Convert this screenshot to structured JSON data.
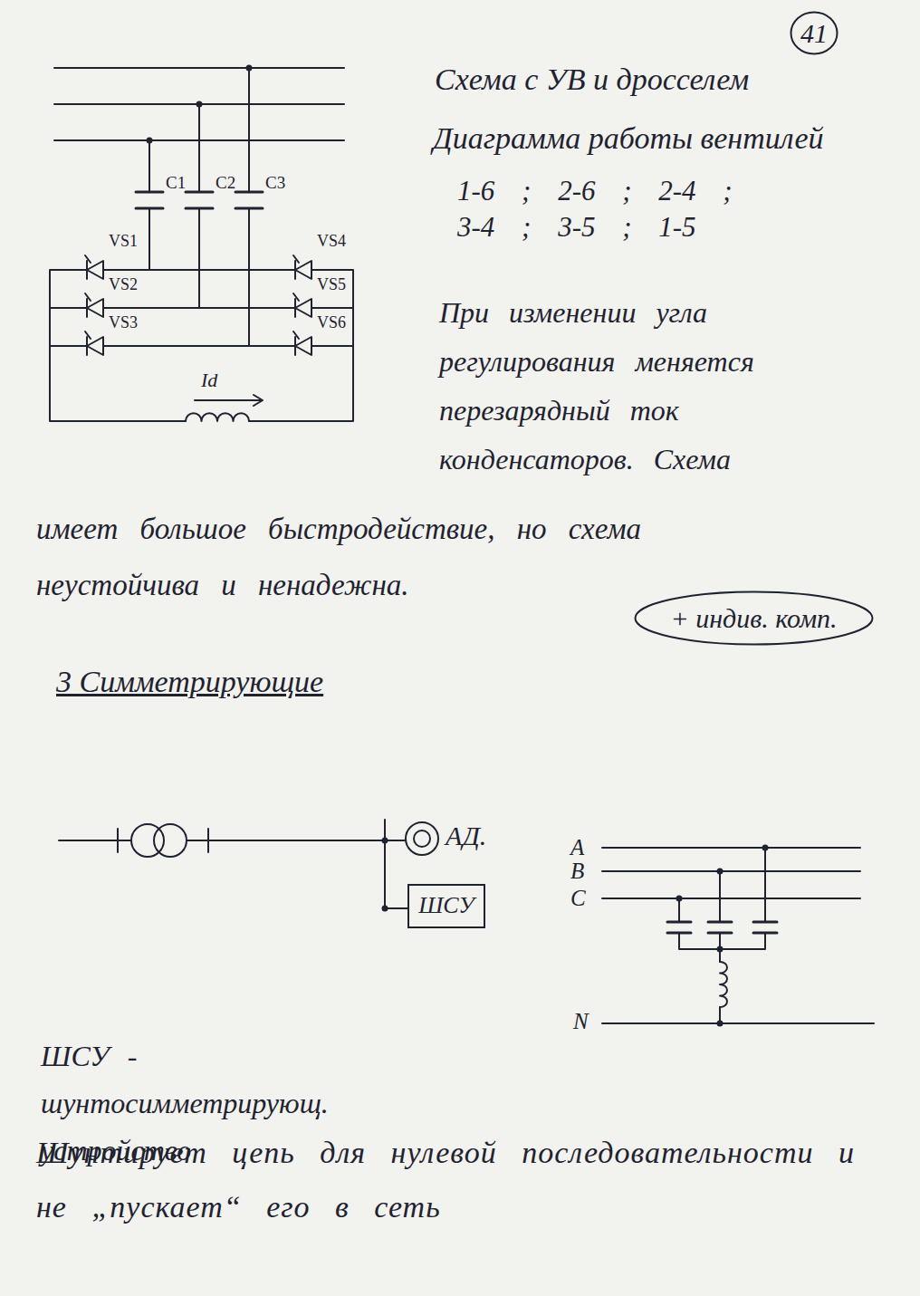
{
  "diagram": {
    "title": "Схема с УВ и дросселем",
    "nodes": [
      {
        "text": [
          "41"
        ]
      },
      {
        "text": [
          "+ индив. комп."
        ]
      },
      {
        "text": [
          "ШСУ"
        ]
      }
    ],
    "labels": [
      "Диаграмма работы вентилей",
      "1-6 ; 2-6 ; 2-4 ;",
      "3-4 ; 3-5 ; 1-5",
      "При изменении угла регулирования меняется перезарядный ток конденсаторов. Схема",
      "имеет большое быстродействие, но схема неустойчива и ненадежна.",
      "3 Симметрирующие",
      "C1",
      "C2",
      "C3",
      "VS1",
      "VS2",
      "VS3",
      "VS4",
      "VS5",
      "VS6",
      "Id",
      "АД.",
      "A",
      "B",
      "C",
      "N",
      "ШСУ - шунтосимметрирующ. устройство",
      "Шунтирует цепь для нулевой последовательности и не „пускает“ его в сеть"
    ]
  }
}
